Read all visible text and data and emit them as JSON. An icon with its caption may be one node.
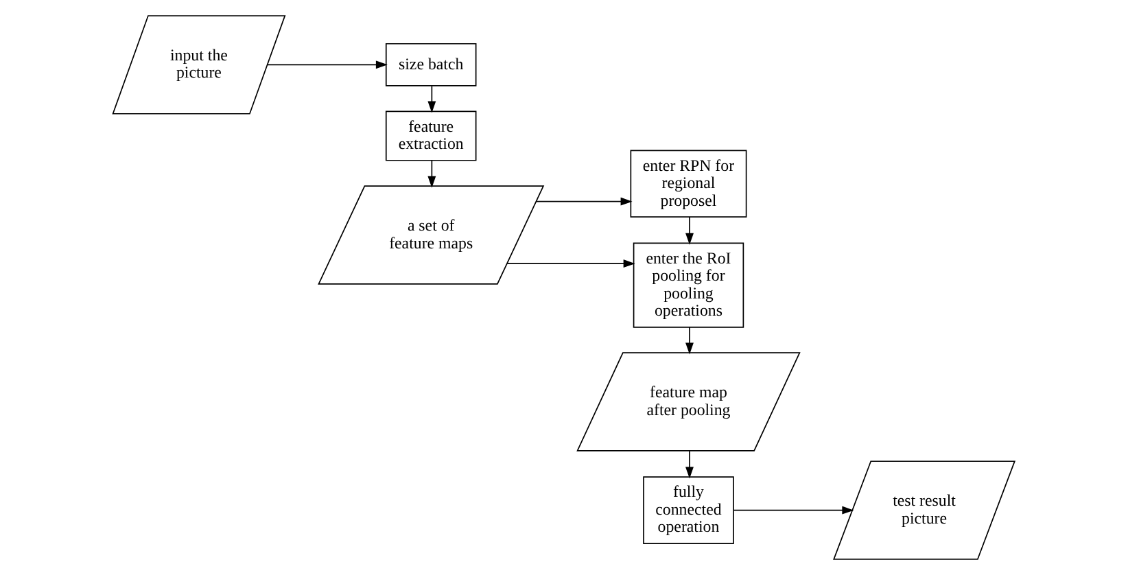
{
  "diagram": {
    "nodes": [
      {
        "text": [
          "input the picture"
        ]
      },
      {
        "text": [
          "size batch"
        ]
      },
      {
        "text": [
          "feature extraction"
        ]
      },
      {
        "text": [
          "a set of feature maps"
        ]
      },
      {
        "text": [
          "enter RPN for regional proposel"
        ]
      },
      {
        "text": [
          "enter the RoI pooling for pooling operations"
        ]
      },
      {
        "text": [
          "feature map after pooling"
        ]
      },
      {
        "text": [
          "fully connected operation"
        ]
      },
      {
        "text": [
          "test result picture"
        ]
      }
    ],
    "edges": [
      {
        "from": 0,
        "to": 1,
        "arrow": "to"
      },
      {
        "from": 1,
        "to": 2,
        "arrow": "to"
      },
      {
        "from": 2,
        "to": 3,
        "arrow": "to"
      },
      {
        "from": 3,
        "to": 4,
        "arrow": "to"
      },
      {
        "from": 3,
        "to": 5,
        "arrow": "to"
      },
      {
        "from": 4,
        "to": 5,
        "arrow": "to"
      },
      {
        "from": 5,
        "to": 6,
        "arrow": "to"
      },
      {
        "from": 6,
        "to": 7,
        "arrow": "to"
      },
      {
        "from": 7,
        "to": 8,
        "arrow": "to"
      }
    ]
  }
}
